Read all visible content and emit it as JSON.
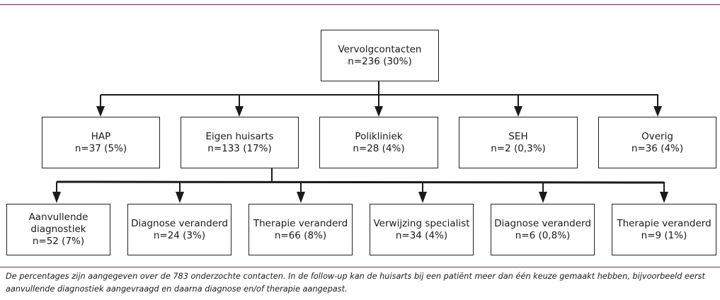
{
  "root": {
    "title": "Vervolgcontacten",
    "value": "n=236 (30%)"
  },
  "level1": [
    {
      "title": "HAP",
      "value": "n=37 (5%)"
    },
    {
      "title": "Eigen huisarts",
      "value": "n=133 (17%)"
    },
    {
      "title": "Polikliniek",
      "value": "n=28 (4%)"
    },
    {
      "title": "SEH",
      "value": "n=2 (0,3%)"
    },
    {
      "title": "Overig",
      "value": "n=36 (4%)"
    }
  ],
  "level2": [
    {
      "title": "Aanvullende",
      "title2": "diagnostiek",
      "value": "n=52 (7%)"
    },
    {
      "title": "Diagnose veranderd",
      "value": "n=24 (3%)"
    },
    {
      "title": "Therapie veranderd",
      "value": "n=66 (8%)"
    },
    {
      "title": "Verwijzing specialist",
      "value": "n=34 (4%)"
    },
    {
      "title": "Diagnose veranderd",
      "value": "n=6 (0,8%)"
    },
    {
      "title": "Therapie veranderd",
      "value": "n=9 (1%)"
    }
  ],
  "caption": {
    "line1": "De percentages zijn aangegeven over de 783 onderzochte contacten. In de follow-up kan de huisarts bij een patiënt meer dan één keuze gemaakt hebben, bijvoorbeeld eerst",
    "line2": "aanvullende diagnostiek aangevraagd en daarna diagnose en/of therapie aangepast."
  },
  "colors": {
    "rule": "#8a2a5c",
    "line": "#1a1a1a"
  }
}
